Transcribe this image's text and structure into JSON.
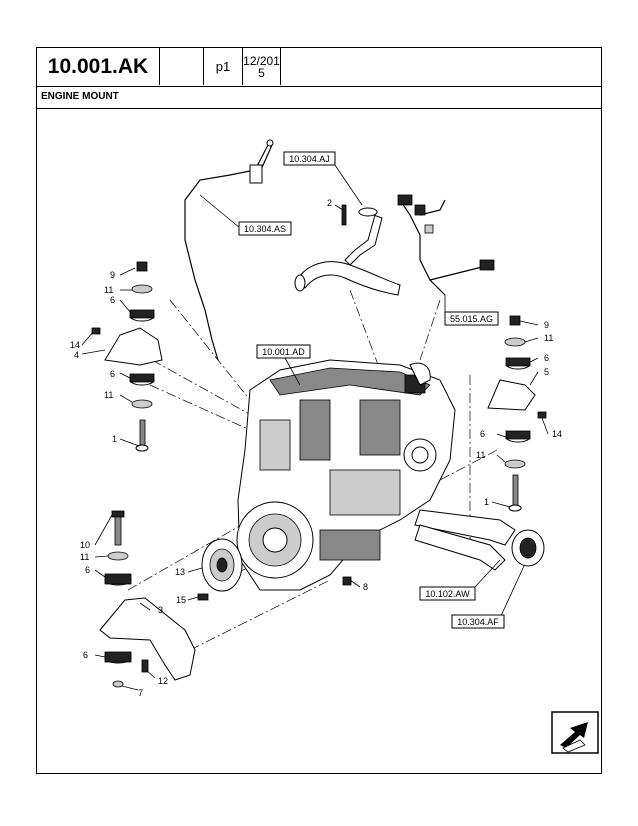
{
  "header": {
    "code": "10.001.AK",
    "page": "p1",
    "date": "12/201\n5",
    "title": "ENGINE MOUNT"
  },
  "refs": {
    "r_10304AJ": "10.304.AJ",
    "r_10304AS": "10.304.AS",
    "r_55015AG": "55.015.AG",
    "r_10001AD": "10.001.AD",
    "r_10102AW": "10.102.AW",
    "r_10304AF": "10.304.AF"
  },
  "callouts": {
    "c2": "2",
    "c9L": "9",
    "c11L": "11",
    "c6L": "6",
    "c14L": "14",
    "c4": "4",
    "c6L2": "6",
    "c11L2": "11",
    "c1L": "1",
    "c9R": "9",
    "c11R": "11",
    "c6R": "6",
    "c5": "5",
    "c14R": "14",
    "c6R2": "6",
    "c11R2": "11",
    "c1R": "1",
    "c10": "10",
    "c11B": "11",
    "c6B": "6",
    "c3": "3",
    "c13": "13",
    "c15": "15",
    "c8": "8",
    "c6B2": "6",
    "c12": "12",
    "c7": "7"
  },
  "icons": {
    "nav": "next-page-arrow-icon"
  }
}
